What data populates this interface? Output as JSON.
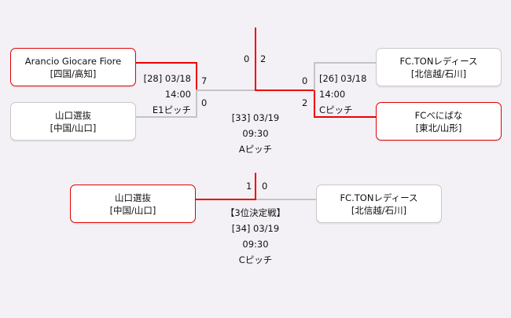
{
  "semifinal_1": {
    "team_top": {
      "name": "Arancio Giocare Fiore",
      "region": "[四国/高知]",
      "score": "7"
    },
    "team_bottom": {
      "name": "山口選抜",
      "region": "[中国/山口]",
      "score": "0"
    },
    "match": {
      "id_date": "[28] 03/18",
      "time": "14:00",
      "pitch": "E1ピッチ"
    }
  },
  "semifinal_2": {
    "team_top": {
      "name": "FC.TONレディース",
      "region": "[北信越/石川]",
      "score": "0"
    },
    "team_bottom": {
      "name": "FCべにばな",
      "region": "[東北/山形]",
      "score": "2"
    },
    "match": {
      "id_date": "[26] 03/18",
      "time": "14:00",
      "pitch": "Cピッチ"
    }
  },
  "final": {
    "score_left": "0",
    "score_right": "2",
    "match": {
      "id_date": "[33] 03/19",
      "time": "09:30",
      "pitch": "Aピッチ"
    }
  },
  "third_place": {
    "team_left": {
      "name": "山口選抜",
      "region": "[中国/山口]",
      "score": "1"
    },
    "team_right": {
      "name": "FC.TONレディース",
      "region": "[北信越/石川]",
      "score": "0"
    },
    "match": {
      "title": "【3位決定戦】",
      "id_date": "[34] 03/19",
      "time": "09:30",
      "pitch": "Cピッチ"
    }
  },
  "colors": {
    "winner": "#ee0000",
    "loser": "#c4c4c4",
    "background": "#f3f1f5"
  }
}
